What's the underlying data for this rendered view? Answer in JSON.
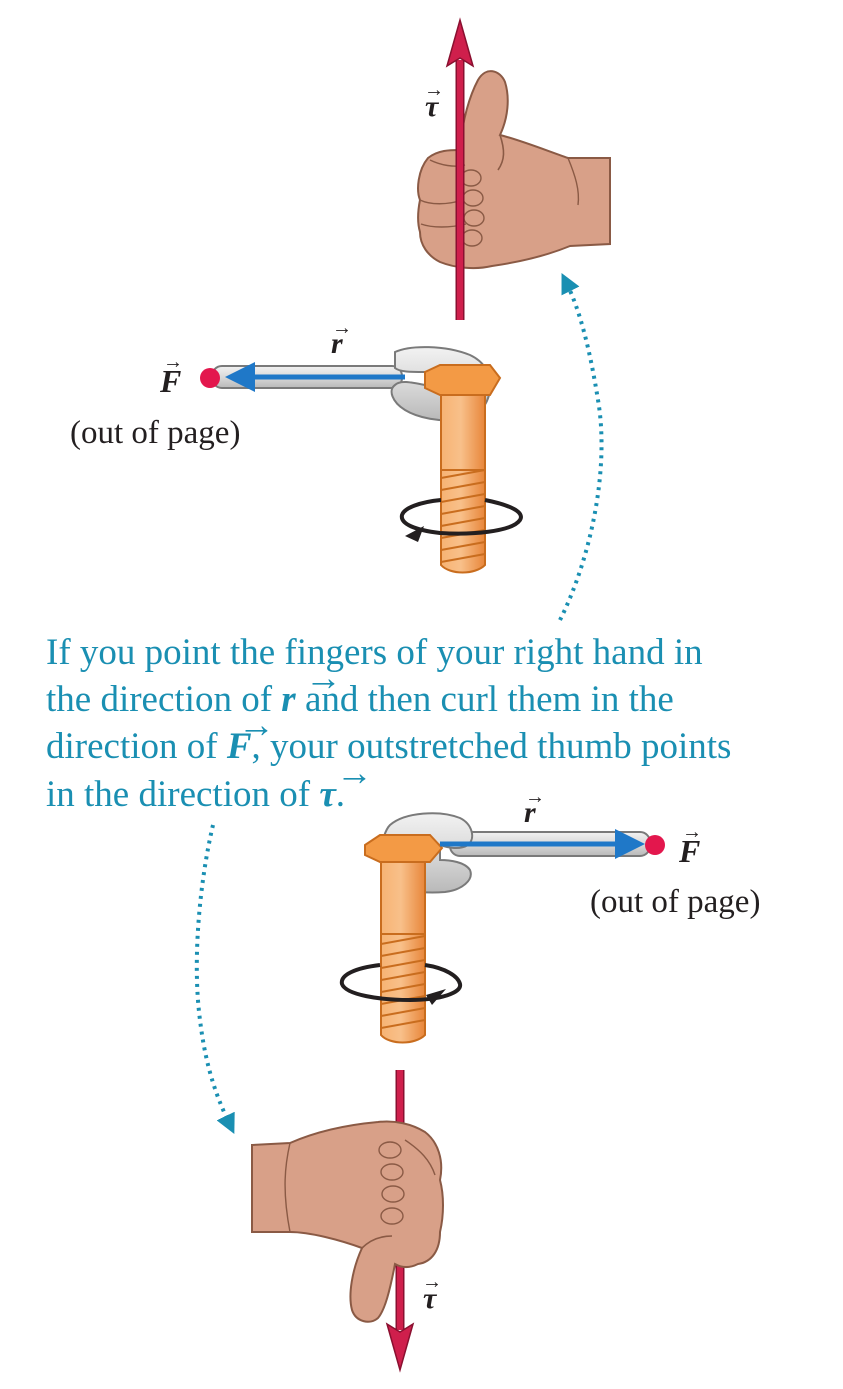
{
  "top": {
    "torque_label": "τ",
    "r_label": "r",
    "force_label": "F",
    "force_note": "(out of page)"
  },
  "bottom": {
    "torque_label": "τ",
    "r_label": "r",
    "force_label": "F",
    "force_note": "(out of page)"
  },
  "caption": {
    "line1": "If you point the fingers of your right hand in",
    "line2_a": "the direction of ",
    "line2_r": "r",
    "line2_b": " and then curl them in the",
    "line3_a": "direction of ",
    "line3_f": "F",
    "line3_b": ", your outstretched thumb points",
    "line4_a": "in the direction of ",
    "line4_t": "τ",
    "line4_b": "."
  },
  "colors": {
    "torque": "#cf1f4c",
    "r_vector": "#1f78c8",
    "force_dot": "#e3174d",
    "bolt": "#f39a45",
    "wrench": "#d6d6d6",
    "hand": "#d8a088",
    "caption": "#1a8fb2",
    "curl_arrow": "#1a8fb2"
  },
  "icons": [
    "right-hand-thumb-up-icon",
    "right-hand-thumb-down-icon",
    "wrench-icon",
    "bolt-icon",
    "rotation-arrow-icon"
  ]
}
